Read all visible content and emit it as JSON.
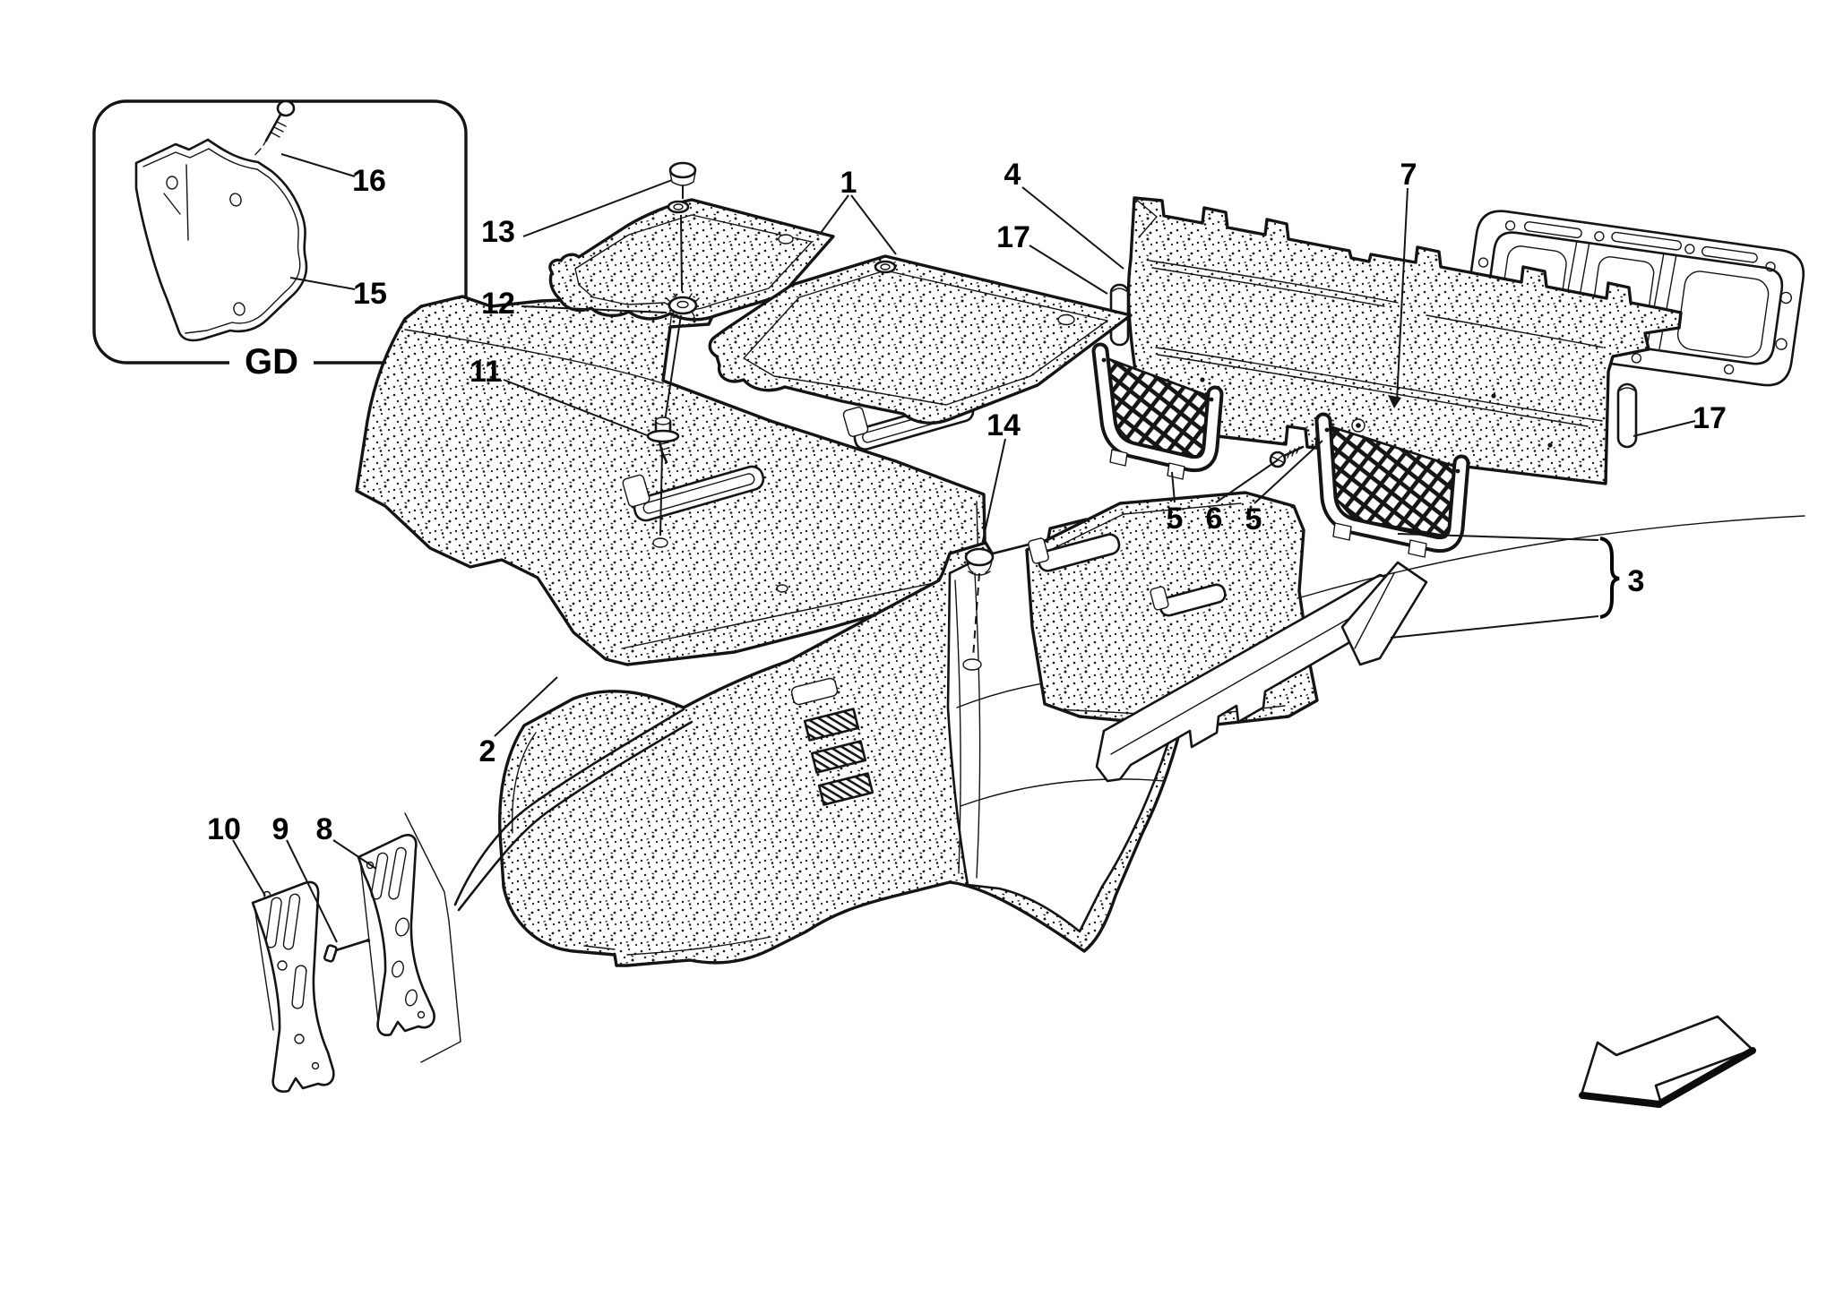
{
  "diagram": {
    "type": "exploded-parts-diagram",
    "background_color": "#ffffff",
    "line_color": "#141414",
    "inset": {
      "label": "GD"
    },
    "callouts": [
      {
        "id": "part-1",
        "label": "1"
      },
      {
        "id": "part-2",
        "label": "2"
      },
      {
        "id": "part-3",
        "label": "3"
      },
      {
        "id": "part-4",
        "label": "4"
      },
      {
        "id": "part-5-left",
        "label": "5"
      },
      {
        "id": "part-6",
        "label": "6"
      },
      {
        "id": "part-5-right",
        "label": "5"
      },
      {
        "id": "part-7",
        "label": "7"
      },
      {
        "id": "part-8",
        "label": "8"
      },
      {
        "id": "part-9",
        "label": "9"
      },
      {
        "id": "part-10",
        "label": "10"
      },
      {
        "id": "part-11",
        "label": "11"
      },
      {
        "id": "part-12",
        "label": "12"
      },
      {
        "id": "part-13",
        "label": "13"
      },
      {
        "id": "part-14",
        "label": "14"
      },
      {
        "id": "part-15",
        "label": "15"
      },
      {
        "id": "part-16",
        "label": "16"
      },
      {
        "id": "part-17-left",
        "label": "17"
      },
      {
        "id": "part-17-right",
        "label": "17"
      }
    ]
  }
}
